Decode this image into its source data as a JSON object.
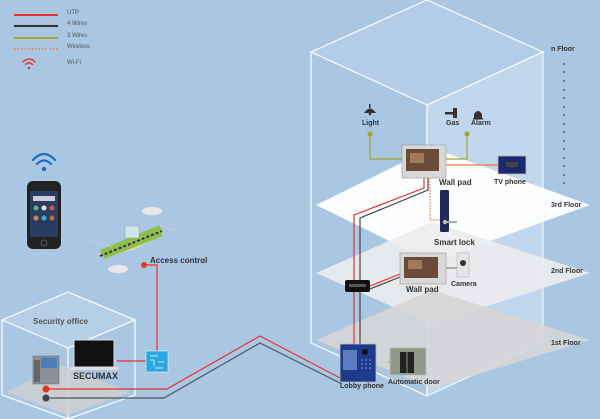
{
  "legend": [
    {
      "label": "UTP",
      "type": "utp",
      "color": "#e8312a"
    },
    {
      "label": "4 Wires",
      "type": "4wires",
      "color": "#333333"
    },
    {
      "label": "3 Wires",
      "type": "3wires",
      "color": "#a5a52a"
    },
    {
      "label": "Wireless",
      "type": "wireless",
      "color": "#f07a3a"
    },
    {
      "label": "Wi-Fi",
      "type": "wifi",
      "color": "#e8312a"
    }
  ],
  "floors": {
    "n": "n Floor",
    "third": "3rd Floor",
    "second": "2nd Floor",
    "first": "1st Floor"
  },
  "devices": {
    "light": "Light",
    "gas": "Gas",
    "alarm": "Alarm",
    "wallpad3": "Wall pad",
    "tvphone": "TV phone",
    "smartlock": "Smart lock",
    "wallpad2": "Wall pad",
    "camera": "Camera",
    "lobby": "Lobby phone",
    "autodoor": "Automatic door",
    "access": "Access control",
    "security_office": "Security office",
    "secumax": "SECUMAX"
  },
  "colors": {
    "background": "#a9c6e3",
    "utp": "#e8312a",
    "four_wires": "#555555",
    "three_wires": "#a5a52a",
    "wireless": "#f07a3a",
    "wifi_phone": "#1a6fc0"
  }
}
